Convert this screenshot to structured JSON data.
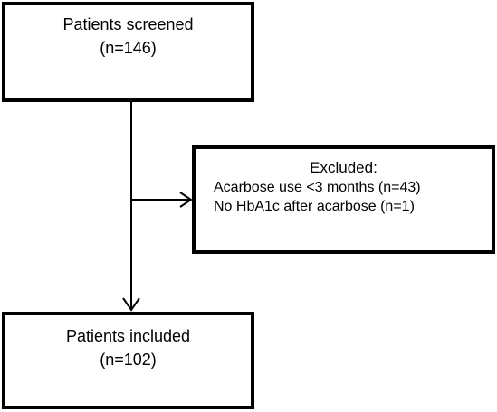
{
  "flow": {
    "screened": {
      "title": "Patients screened",
      "count": "(n=146)"
    },
    "excluded": {
      "title": "Excluded:",
      "reasons": [
        "Acarbose use <3 months (n=43)",
        "No HbA1c after acarbose (n=1)"
      ]
    },
    "included": {
      "title": "Patients included",
      "count": "(n=102)"
    }
  },
  "colors": {
    "stroke": "#000000",
    "background": "#ffffff"
  }
}
